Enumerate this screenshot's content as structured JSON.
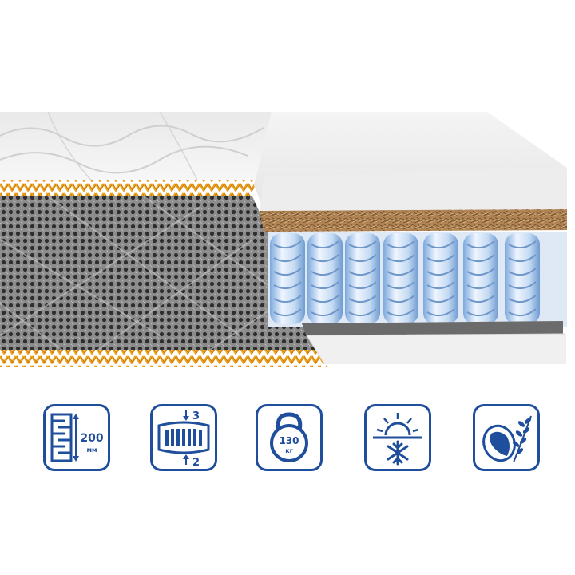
{
  "colors": {
    "brand_blue": "#1f4e9c",
    "zigzag_orange": "#f0a31c",
    "coir_brown": "#9c7443",
    "spring_blue": "#a9c8ec"
  },
  "features": [
    {
      "icon": "height-ruler-icon",
      "value": "200",
      "unit": "мм"
    },
    {
      "icon": "stiffness-sides-icon",
      "top": "3",
      "bottom": "2"
    },
    {
      "icon": "weight-kettlebell-icon",
      "value": "130",
      "unit": "кг"
    },
    {
      "icon": "winter-summer-icon"
    },
    {
      "icon": "coconut-leaf-icon"
    }
  ]
}
